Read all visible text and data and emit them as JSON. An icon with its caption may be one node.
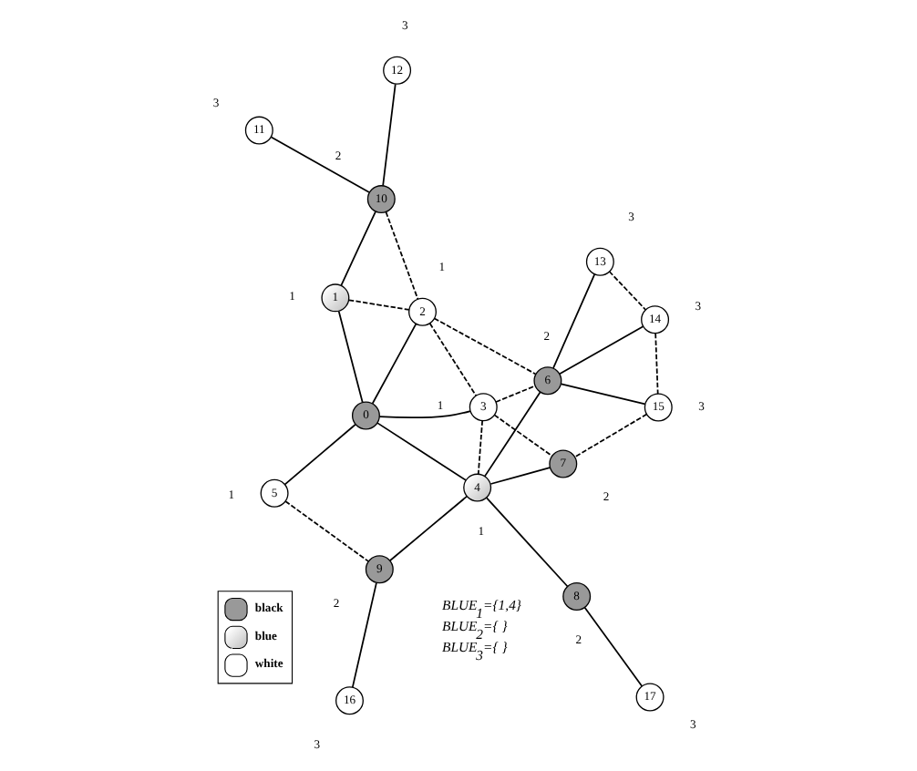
{
  "diagram": {
    "nodes": [
      {
        "text": [
          "0"
        ]
      },
      {
        "text": [
          "1"
        ],
        "beside": [
          "1"
        ]
      },
      {
        "text": [
          "2"
        ],
        "beside": [
          "1"
        ]
      },
      {
        "text": [
          "3"
        ],
        "beside": [
          "1"
        ]
      },
      {
        "text": [
          "4"
        ],
        "beside": [
          "1"
        ]
      },
      {
        "text": [
          "5"
        ],
        "beside": [
          "1"
        ]
      },
      {
        "text": [
          "6"
        ],
        "beside": [
          "2"
        ]
      },
      {
        "text": [
          "7"
        ],
        "beside": [
          "2"
        ]
      },
      {
        "text": [
          "8"
        ],
        "beside": [
          "2"
        ]
      },
      {
        "text": [
          "9"
        ],
        "beside": [
          "2"
        ]
      },
      {
        "text": [
          "10"
        ],
        "beside": [
          "2"
        ]
      },
      {
        "text": [
          "11"
        ],
        "beside": [
          "3"
        ]
      },
      {
        "text": [
          "12"
        ],
        "beside": [
          "3"
        ]
      },
      {
        "text": [
          "13"
        ],
        "beside": [
          "3"
        ]
      },
      {
        "text": [
          "14"
        ],
        "beside": [
          "3"
        ]
      },
      {
        "text": [
          "15"
        ],
        "beside": [
          "3"
        ]
      },
      {
        "text": [
          "16"
        ],
        "beside": [
          "3"
        ]
      },
      {
        "text": [
          "17"
        ],
        "beside": [
          "3"
        ]
      }
    ],
    "edges": [
      {
        "from": 11,
        "to": 10,
        "arrow": "none"
      },
      {
        "from": 12,
        "to": 10,
        "arrow": "none"
      },
      {
        "from": 10,
        "to": 1,
        "arrow": "none"
      },
      {
        "from": 1,
        "to": 0,
        "arrow": "none"
      },
      {
        "from": 2,
        "to": 0,
        "arrow": "none"
      },
      {
        "from": 0,
        "to": 5,
        "arrow": "none"
      },
      {
        "from": 0,
        "to": 3,
        "arrow": "none"
      },
      {
        "from": 0,
        "to": 4,
        "arrow": "none"
      },
      {
        "from": 9,
        "to": 16,
        "arrow": "none"
      },
      {
        "from": 4,
        "to": 9,
        "arrow": "none"
      },
      {
        "from": 6,
        "to": 4,
        "arrow": "none"
      },
      {
        "from": 4,
        "to": 7,
        "arrow": "none"
      },
      {
        "from": 4,
        "to": 8,
        "arrow": "none"
      },
      {
        "from": 8,
        "to": 17,
        "arrow": "none"
      },
      {
        "from": 13,
        "to": 6,
        "arrow": "none"
      },
      {
        "from": 6,
        "to": 14,
        "arrow": "none"
      },
      {
        "from": 6,
        "to": 15,
        "arrow": "none"
      },
      {
        "from": 10,
        "to": 2,
        "arrow": "none",
        "style": "dashed"
      },
      {
        "from": 1,
        "to": 2,
        "arrow": "none",
        "style": "dashed"
      },
      {
        "from": 5,
        "to": 9,
        "arrow": "none",
        "style": "dashed"
      },
      {
        "from": 2,
        "to": 3,
        "arrow": "none",
        "style": "dashed"
      },
      {
        "from": 2,
        "to": 6,
        "arrow": "none",
        "style": "dashed"
      },
      {
        "from": 3,
        "to": 4,
        "arrow": "none",
        "style": "dashed"
      },
      {
        "from": 3,
        "to": 6,
        "arrow": "none",
        "style": "dashed"
      },
      {
        "from": 3,
        "to": 7,
        "arrow": "none",
        "style": "dashed"
      },
      {
        "from": 13,
        "to": 14,
        "arrow": "none",
        "style": "dashed"
      },
      {
        "from": 14,
        "to": 15,
        "arrow": "none",
        "style": "dashed"
      },
      {
        "from": 15,
        "to": 7,
        "arrow": "none",
        "style": "dashed"
      }
    ],
    "labels": [
      "BLUE$_{1}$={1,4}",
      "BLUE$_{2}$={ }",
      "BLUE$_{3}$={ }"
    ],
    "legend": [
      {
        "text": "black",
        "color": "#999999"
      },
      {
        "text": "blue"
      },
      {
        "text": "white",
        "color": "#ffffff"
      }
    ]
  }
}
